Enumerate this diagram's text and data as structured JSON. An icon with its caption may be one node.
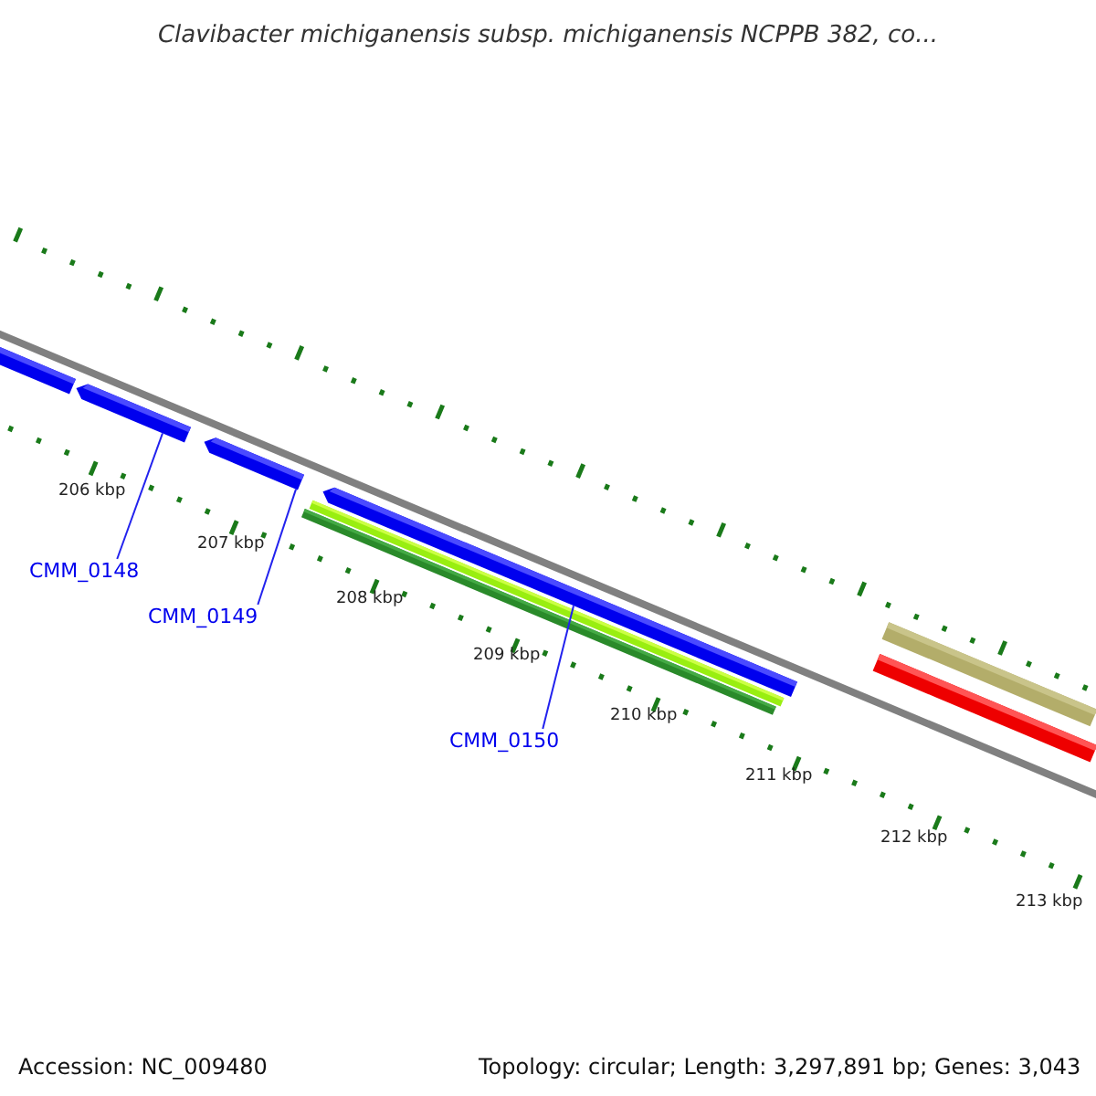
{
  "diagram": {
    "title": "Clavibacter michiganensis subsp. michiganensis NCPPB 382, co...",
    "nodes": [
      {
        "text": [],
        "shape": "bar"
      },
      {
        "text": [],
        "shape": "bar"
      },
      {
        "text": [],
        "shape": "bar"
      },
      {
        "text": [],
        "shape": "bar"
      },
      {
        "text": [],
        "shape": "bar"
      },
      {
        "text": [],
        "shape": "bar"
      },
      {
        "text": [],
        "shape": "bar"
      },
      {
        "text": [],
        "shape": "bar"
      },
      {
        "text": [
          "CMM_0148"
        ]
      },
      {
        "text": [
          "CMM_0149"
        ]
      },
      {
        "text": [
          "CMM_0150"
        ]
      }
    ],
    "edges": [
      {
        "from": 8,
        "to": 1,
        "arrow": "none"
      },
      {
        "from": 9,
        "to": 2,
        "arrow": "none"
      },
      {
        "from": 10,
        "to": 3,
        "arrow": "none"
      }
    ],
    "labels": [
      "206 kbp",
      "207 kbp",
      "208 kbp",
      "209 kbp",
      "210 kbp",
      "211 kbp",
      "212 kbp",
      "213 kbp",
      "Accession: NC_009480",
      "Topology: circular; Length: 3,297,891 bp; Genes: 3,043"
    ]
  }
}
